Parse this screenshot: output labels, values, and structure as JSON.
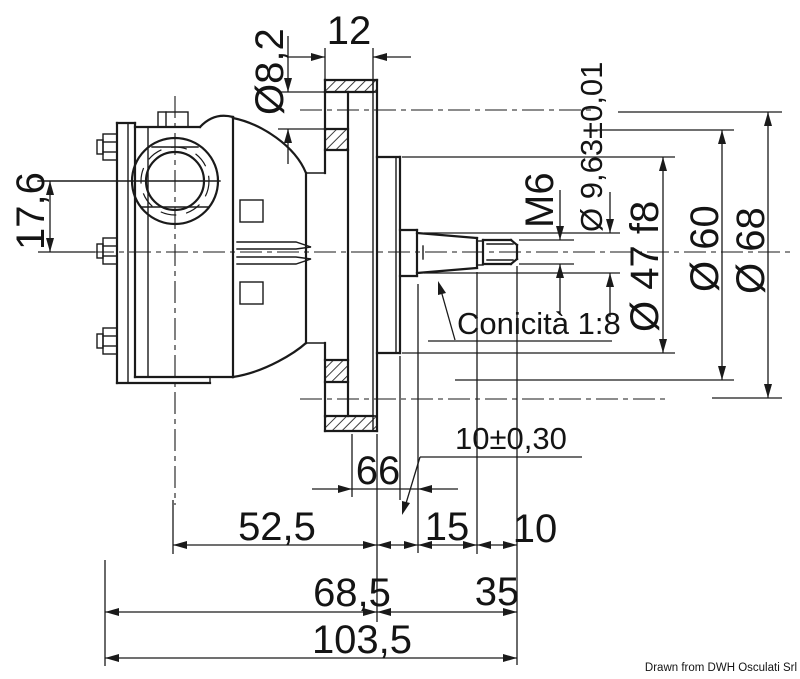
{
  "drawing": {
    "kind": "technical-dimension-drawing-pump-side-section",
    "attribution": "Drawn from DWH Osculati Srl",
    "labels": {
      "flange_thickness": "12",
      "hole_dia": "Ø8,2",
      "port_offset": "17,6",
      "thread": "M6",
      "taper_dia": "Ø 9,63±0,01",
      "hub_dia": "Ø 47 f8",
      "dia_60": "Ø 60",
      "dia_68": "Ø 68",
      "taper_note": "Conicità 1:8",
      "tol_10": "10±0,30",
      "dim_66": "66",
      "dim_52_5": "52,5",
      "dim_15": "15",
      "dim_10": "10",
      "dim_68_5": "68,5",
      "dim_35": "35",
      "dim_103_5": "103,5"
    }
  }
}
